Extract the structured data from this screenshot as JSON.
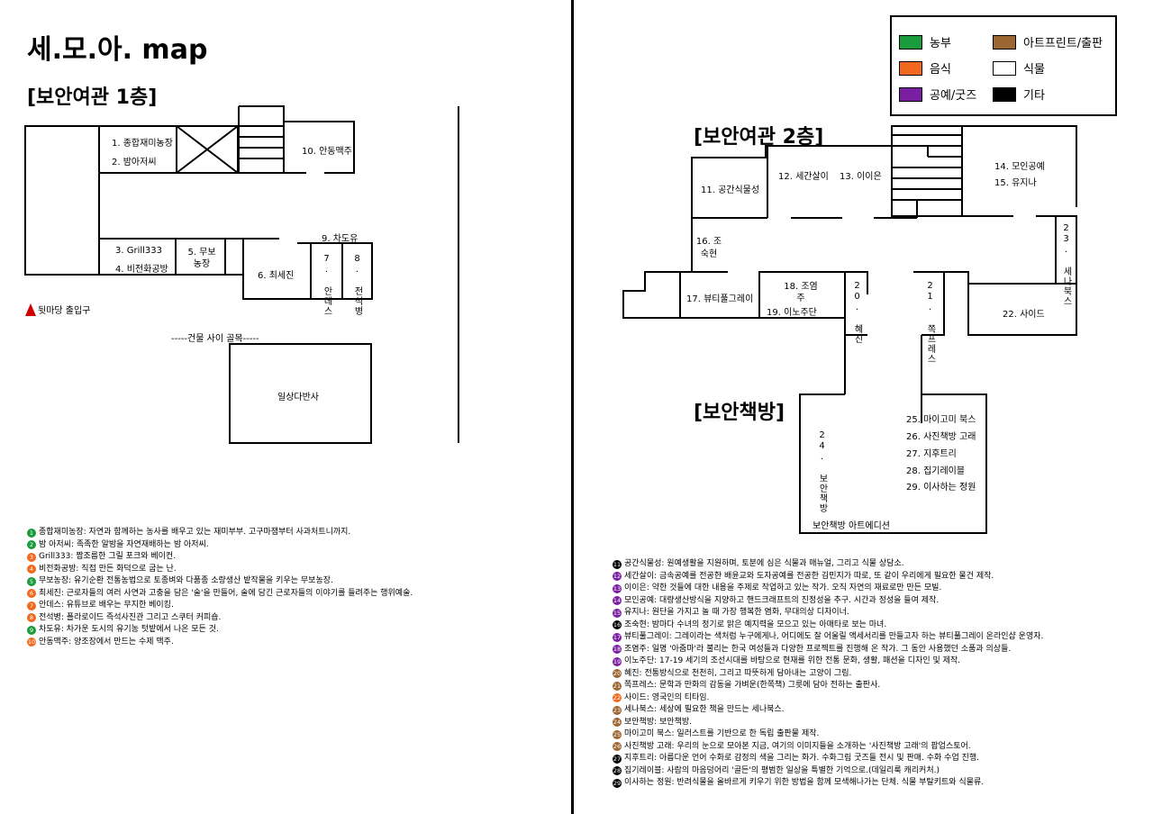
{
  "title": "세.모.아. map",
  "colors": {
    "farmer": "#1a9b3c",
    "food": "#f0691e",
    "craft": "#7a1fa2",
    "art": "#9c6632",
    "plant": "#ffffff",
    "etc": "#000000",
    "entrance": "#d00000"
  },
  "floor1": {
    "heading": "[보안여관 1층]",
    "rooms": {
      "r1": "1. 종합재미농장",
      "r2": "2. 밤아저씨",
      "r10": "10. 안동맥주",
      "r9": "9. 차도유",
      "r3": "3. Grill333",
      "r4": "4. 비전화공방",
      "r5": "5. 무보농장",
      "r6": "6. 최세진",
      "r7": "7. 안데스",
      "r8": "8. 전석병"
    },
    "entrance": "뒷마당 출입구",
    "alley": "-----건물 사이 골목-----",
    "annex": "일상다반사"
  },
  "floor2": {
    "heading": "[보안여관 2층]",
    "rooms": {
      "r11": "11. 공간식물성",
      "r12": "12. 세간살이",
      "r13": "13. 이이은",
      "r14": "14. 모인공예",
      "r15": "15. 유지나",
      "r16": "16. 조숙현",
      "r17": "17. 뷰티풀그레이",
      "r18": "18. 조염주",
      "r19": "19. 이노주단",
      "r20": "20. 혜진",
      "r21": "21. 쪽프레스",
      "r22": "22. 사이드",
      "r23": "23. 세나북스"
    }
  },
  "bookshop": {
    "heading": "[보안책방]",
    "rooms": {
      "r24": "24. 보안책방",
      "r25": "25. 마이고미 북스",
      "r26": "26. 사진책방 고래",
      "r27": "27. 지후트리",
      "r28": "28. 집기레이블",
      "r29": "29. 이사하는 정원"
    },
    "edition": "보안책방 아트에디션"
  },
  "legend": [
    {
      "label": "농부",
      "color": "#1a9b3c"
    },
    {
      "label": "아트프린트/출판",
      "color": "#9c6632"
    },
    {
      "label": "음식",
      "color": "#f0691e"
    },
    {
      "label": "식물",
      "color": "#ffffff"
    },
    {
      "label": "공예/굿즈",
      "color": "#7a1fa2"
    },
    {
      "label": "기타",
      "color": "#000000"
    }
  ],
  "notes_left": [
    {
      "n": "1",
      "c": "#1a9b3c",
      "t": "종합재미농장: 자연과 함께하는 농사를 배우고 있는 재미부부. 고구마잼부터 사과처트니까지."
    },
    {
      "n": "2",
      "c": "#1a9b3c",
      "t": "밤 아저씨: 족족한 알밤을 자연재배하는 밤 아저씨."
    },
    {
      "n": "3",
      "c": "#f0691e",
      "t": "Grill333: 짭조름한 그릴 포크와 베이컨."
    },
    {
      "n": "4",
      "c": "#f0691e",
      "t": "비전화공방: 직접 만든 화덕으로 굽는 난."
    },
    {
      "n": "5",
      "c": "#1a9b3c",
      "t": "무보농장: 유기순환 전통농법으로 토종벼와 다품종 소량생산 밭작물을 키우는 무보농장."
    },
    {
      "n": "6",
      "c": "#f0691e",
      "t": "최세진: 근로자들의 여러 사연과 고충을 담은 '술'을 만들어, 술에 담긴 근로자들의 이야기를 들려주는 행위예술."
    },
    {
      "n": "7",
      "c": "#f0691e",
      "t": "안데스: 유튜브로 배우는 무지한 베이킹."
    },
    {
      "n": "8",
      "c": "#f0691e",
      "t": "전석병: 폴라로이드 즉석사진관 그리고 스쿠터 커피숍."
    },
    {
      "n": "9",
      "c": "#1a9b3c",
      "t": "차도유: 차가운 도시의 유기농 텃밭에서 나온 모든 것."
    },
    {
      "n": "10",
      "c": "#f0691e",
      "t": "안동맥주: 양조장에서 만드는 수제 맥주."
    }
  ],
  "notes_right": [
    {
      "n": "11",
      "c": "#000000",
      "t": "공간식물성: 원예생활을 지원하며, 토분에 심은 식물과 매뉴얼, 그리고 식물 상담소."
    },
    {
      "n": "12",
      "c": "#7a1fa2",
      "t": "세간살이: 금속공예를 전공한 배윤교와 도자공예를 전공한 김민지가 따로, 또 같이 우리에게 필요한 물건 제작."
    },
    {
      "n": "13",
      "c": "#7a1fa2",
      "t": "이이은: 약한 것들에 대한 내용을 주제로 작업하고 있는 작가. 오직 자연의 재료로만 만든 모빌."
    },
    {
      "n": "14",
      "c": "#7a1fa2",
      "t": "모인공예: 대량생산방식을 지양하고 핸드크래프트의 진정성을 추구. 시간과 정성을 들여 제작."
    },
    {
      "n": "15",
      "c": "#7a1fa2",
      "t": "유지나: 원단을 가지고 놀 때 가장 행복한 염화, 무대의상 디자이너."
    },
    {
      "n": "16",
      "c": "#000000",
      "t": "조숙현: 밤마다 수녀의 정기로 맑은 예지력을 모으고 있는 아매타로 보는 마녀."
    },
    {
      "n": "17",
      "c": "#7a1fa2",
      "t": "뷰티풀그레이: 그레이라는 색처럼 누구에게나, 어디에도 잘 어울릴 액세서리를 만들고자 하는 뷰티풀그레이 온라인샵 운영자."
    },
    {
      "n": "18",
      "c": "#7a1fa2",
      "t": "조염주: 일명 '아줌마'라 불리는 한국 여성들과 다양한 프로젝트를 진행해 온 작가. 그 동안 사용했던 소품과 의상들."
    },
    {
      "n": "19",
      "c": "#7a1fa2",
      "t": "이노주단: 17-19 세기의 조선시대를 바탕으로 현재를 위한 전통 문화, 생활, 패션을 디자인 및 제작."
    },
    {
      "n": "20",
      "c": "#9c6632",
      "t": "혜진: 전통방식으로 천천히, 그리고 따뜻하게 담아내는 고양이 그림."
    },
    {
      "n": "21",
      "c": "#9c6632",
      "t": "쪽프레스: 문학과 만화의 감동을 가벼운(한쪽책) 그릇에 담아 전하는 출판사."
    },
    {
      "n": "22",
      "c": "#f0691e",
      "t": "사이드: 영국인의 티타임."
    },
    {
      "n": "23",
      "c": "#9c6632",
      "t": "세나북스: 세상에 필요한 책을 만드는 세나북스."
    },
    {
      "n": "24",
      "c": "#9c6632",
      "t": "보안책방: 보안책방."
    },
    {
      "n": "25",
      "c": "#9c6632",
      "t": "마이고미 북스: 일러스트를 기반으로 한 독립 출판물 제작."
    },
    {
      "n": "26",
      "c": "#9c6632",
      "t": "사진책방 고래: 우리의 눈으로 모아본 지금, 여기의 이미지들을 소개하는 '사진책방 고래'의 팝업스토어."
    },
    {
      "n": "27",
      "c": "#000000",
      "t": "지후트리: 아름다운 언어 수화로 감정의 색을 그리는 화가. 수화그림 굿즈들 전시 및 판매. 수화 수업 진행."
    },
    {
      "n": "28",
      "c": "#000000",
      "t": "집기레이블: 사람의 마음덩어리 '골든'의 평범한 일상을 특별한 기억으로.(데일리룩 캐리커처.)"
    },
    {
      "n": "29",
      "c": "#000000",
      "t": "이사하는 정원: 반려식물을 올바르게 키우기 위한 방법을 함께 모색해나가는 단체. 식물 부탈키트와 식물류."
    }
  ]
}
